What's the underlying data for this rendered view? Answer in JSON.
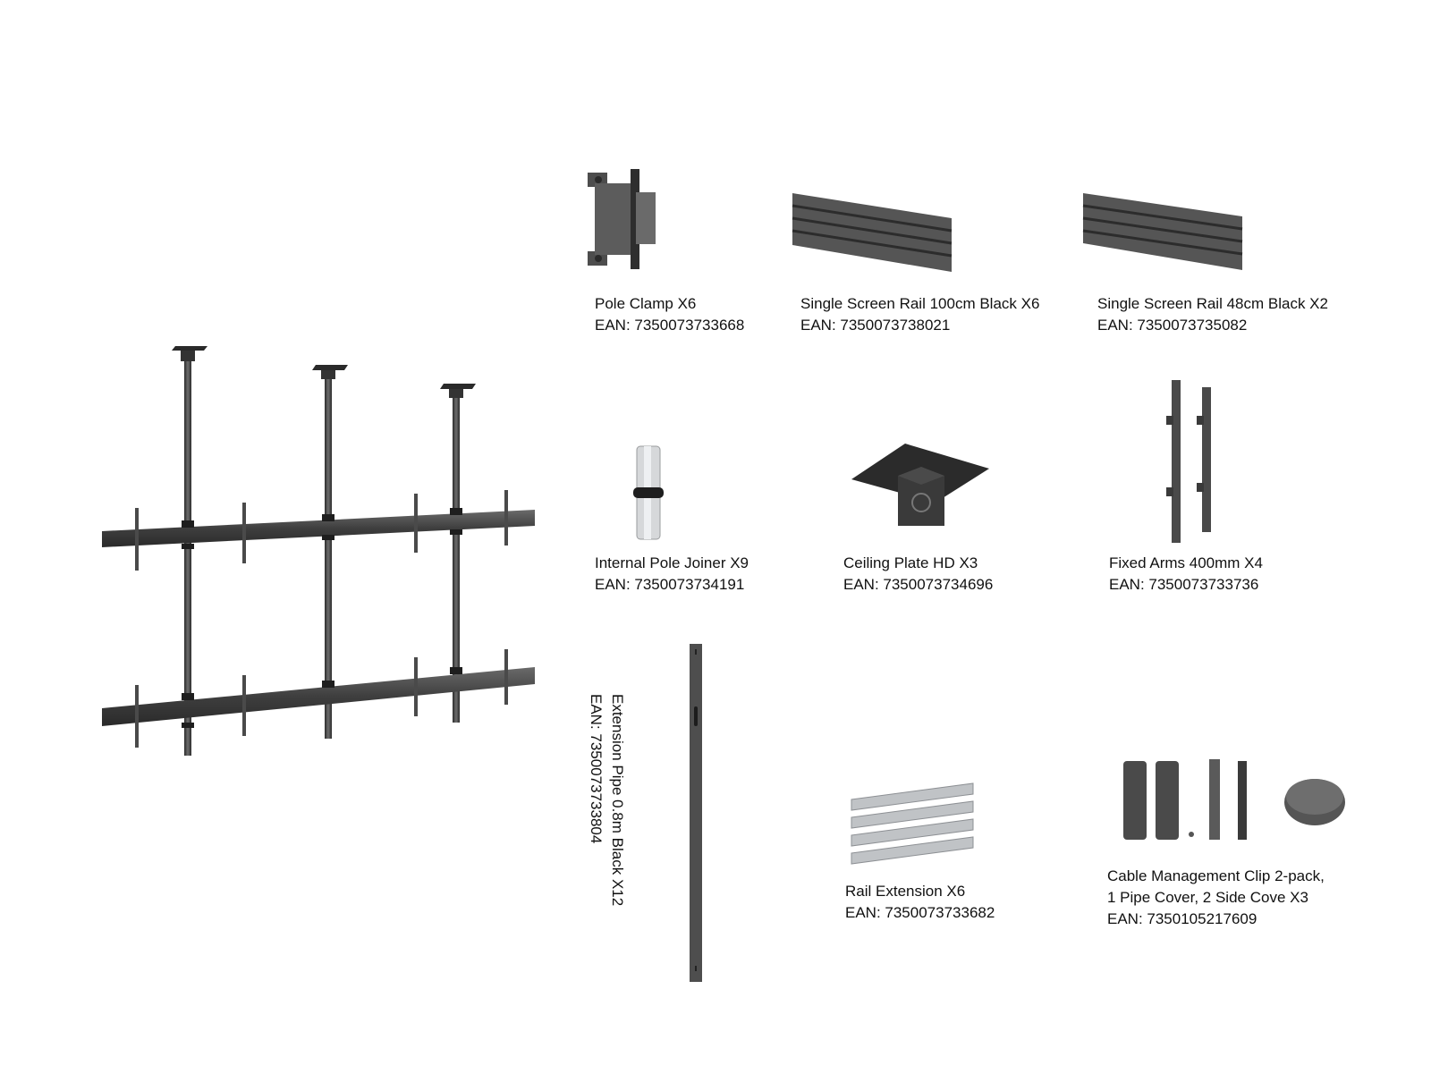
{
  "items": {
    "pole_clamp": {
      "name": "Pole Clamp X6",
      "ean": "EAN: 7350073733668"
    },
    "rail_100": {
      "name": "Single Screen Rail 100cm Black X6",
      "ean": "EAN: 7350073738021"
    },
    "rail_48": {
      "name": "Single Screen Rail 48cm Black X2",
      "ean": "EAN: 7350073735082"
    },
    "pole_joiner": {
      "name": "Internal Pole Joiner X9",
      "ean": "EAN: 7350073734191"
    },
    "ceiling_plate": {
      "name": "Ceiling Plate HD X3",
      "ean": "EAN: 7350073734696"
    },
    "fixed_arms": {
      "name": "Fixed Arms 400mm X4",
      "ean": "EAN: 7350073733736"
    },
    "extension_pipe": {
      "name": "Extension Pipe 0.8m Black X12",
      "ean": "EAN: 7350073733804"
    },
    "rail_extension": {
      "name": "Rail Extension X6",
      "ean": "EAN: 7350073733682"
    },
    "cable_clip": {
      "name_line1": "Cable Management Clip 2-pack,",
      "name_line2": "1 Pipe Cover, 2 Side Cove X3",
      "ean": "EAN: 7350105217609"
    }
  },
  "colors": {
    "metal_dark": "#3c3c3c",
    "metal_mid": "#5a5a5a",
    "silver": "#c8cacc"
  }
}
